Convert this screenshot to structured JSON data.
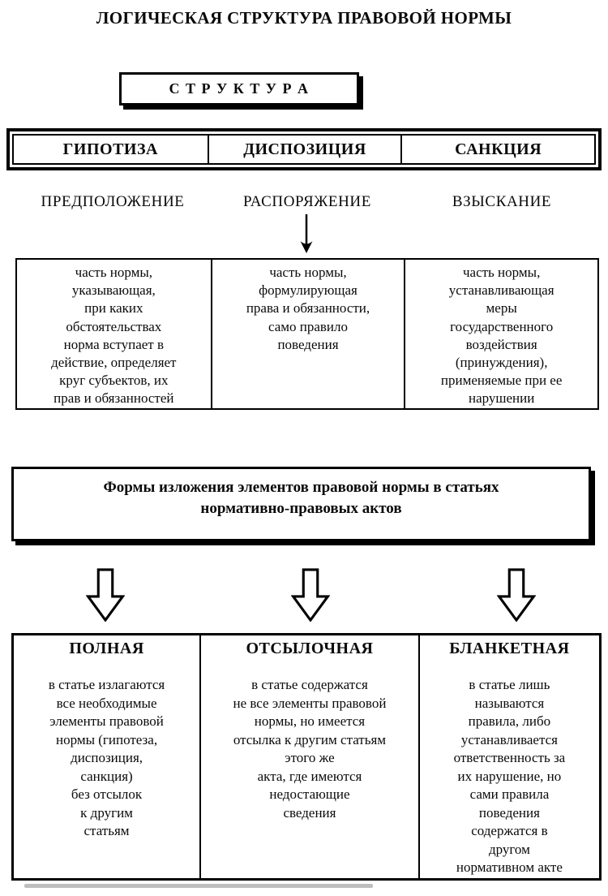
{
  "page_title": "ЛОГИЧЕСКАЯ СТРУКТУРА ПРАВОВОЙ НОРМЫ",
  "structure_label": "С Т Р У К Т У Р А",
  "elements": [
    "ГИПОТИЗА",
    "ДИСПОЗИЦИЯ",
    "САНКЦИЯ"
  ],
  "element_synonyms": [
    "ПРЕДПОЛОЖЕНИЕ",
    "РАСПОРЯЖЕНИЕ",
    "ВЗЫСКАНИЕ"
  ],
  "element_definitions": [
    "часть нормы,\nуказывающая,\nпри каких\nобстоятельствах\nнорма вступает в\nдействие, определяет\nкруг субъектов, их\nправ и обязанностей",
    "часть нормы,\nформулирующая\nправа и обязанности,\nсамо правило\nповедения",
    "часть нормы,\nустанавливающая\nмеры\nгосударственного\nвоздействия\n(принуждения),\nприменяемые при ее\nнарушении"
  ],
  "forms_title": "Формы изложения элементов правовой нормы в статьях\nнормативно-правовых актов",
  "forms": [
    {
      "name": "ПОЛНАЯ",
      "description": "в статье излагаются\nвсе необходимые\nэлементы правовой\nнормы (гипотеза,\nдиспозиция,\nсанкция)\nбез отсылок\nк другим\nстатьям"
    },
    {
      "name": "ОТСЫЛОЧНАЯ",
      "description": "в статье содержатся\nне все элементы правовой\nнормы, но имеется\nотсылка к другим статьям\nэтого же\nакта, где имеются\nнедостающие\nсведения"
    },
    {
      "name": "БЛАНКЕТНАЯ",
      "description": "в статье лишь\nназываются\nправила, либо\nустанавливается\nответственность за\nих нарушение, но\nсами правила\nповедения\nсодержатся в\nдругом\nнормативном акте"
    }
  ],
  "colors": {
    "ink": "#000000",
    "paper": "#ffffff"
  }
}
